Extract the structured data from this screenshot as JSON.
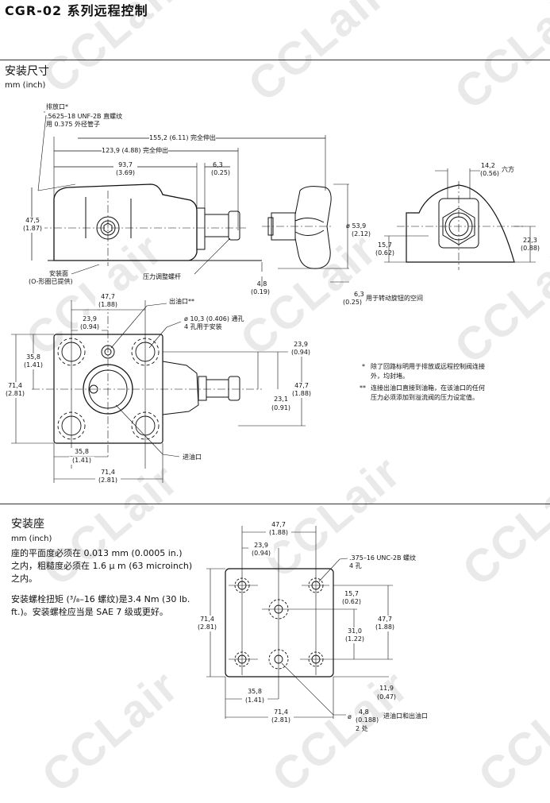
{
  "watermark": "CCLair",
  "title": "CGR-02  系列远程控制",
  "section1": {
    "heading": "安装尺寸",
    "unit": "mm (inch)",
    "side_view": {
      "drain_port": [
        "排放口*",
        ".5625–18 UNF-2B 直螺纹",
        "用 0.375 外径管子"
      ],
      "dim_155": "155,2 (6.11) 完全伸出",
      "dim_123": "123,9 (4.88) 完全伸出",
      "dim_93": [
        "93,7",
        "(3.69)"
      ],
      "dim_6_3": [
        "6,3",
        "(0.25)"
      ],
      "dim_47_5": [
        "47,5",
        "(1.87)"
      ],
      "mounting_face": [
        "安装面",
        "(O-形圈已提供)"
      ],
      "adjust_screw": "压力调整螺杆",
      "dim_4_8": [
        "4,8",
        "(0.19)"
      ],
      "dim_53_9": [
        "ø 53,9",
        "(2.12)"
      ],
      "dim_knob": [
        "6,3",
        "(0.25)"
      ],
      "knob_space": "用于转动旋钮的空间",
      "dim_14_2": [
        "14,2",
        "(0.56)"
      ],
      "hex": "六方",
      "dim_15_7": [
        "15,7",
        "(0.62)"
      ],
      "dim_22_3": [
        "22,3",
        "(0.88)"
      ]
    },
    "plan_view": {
      "dim_47_7_top": [
        "47,7",
        "(1.88)"
      ],
      "outlet": "出油口**",
      "dim_23_9_top": [
        "23,9",
        "(0.94)"
      ],
      "mount_holes": [
        "ø 10,3 (0.406) 通孔",
        "4 孔用于安装"
      ],
      "dim_35_8_left": [
        "35,8",
        "(1.41)"
      ],
      "dim_71_4_left": [
        "71,4",
        "(2.81)"
      ],
      "dim_23_9_right": [
        "23,9",
        "(0.94)"
      ],
      "dim_47_7_right": [
        "47,7",
        "(1.88)"
      ],
      "dim_23_1": [
        "23,1",
        "(0.91)"
      ],
      "dim_35_8_bottom": [
        "35,8",
        "(1.41)"
      ],
      "inlet": "进油口",
      "dim_71_4_bottom": [
        "71,4",
        "(2.81)"
      ]
    },
    "notes": [
      {
        "mark": "*",
        "lines": [
          "除了回路标明用于排放或远程控制阀连接",
          "外，均封堵。"
        ]
      },
      {
        "mark": "**",
        "lines": [
          "连接出油口直接到油箱，在该油口的任何",
          "压力必须添加到溢流阀的压力设定值。"
        ]
      }
    ]
  },
  "section2": {
    "heading": "安装座",
    "unit": "mm (inch)",
    "para1": [
      "座的平面度必须在 0.013 mm (0.0005 in.)",
      "之内，粗糙度必须在 1.6 µ m (63 microinch)",
      "之内。"
    ],
    "para2": [
      "安装螺栓扭矩 (³/₈–16 螺纹)是3.4 Nm (30 lb.",
      "ft.)。安装螺栓应当是 SAE 7 级或更好。"
    ],
    "drawing": {
      "dim_47_7_top": [
        "47,7",
        "(1.88)"
      ],
      "dim_23_9": [
        "23,9",
        "(0.94)"
      ],
      "thread": [
        ".375–16 UNC-2B 螺纹",
        "4 孔"
      ],
      "dim_15_7": [
        "15,7",
        "(0.62)"
      ],
      "dim_47_7_right": [
        "47,7",
        "(1.88)"
      ],
      "dim_71_4_left": [
        "71,4",
        "(2.81)"
      ],
      "dim_31_0": [
        "31,0",
        "(1.22)"
      ],
      "dim_11_9": [
        "11,9",
        "(0.47)"
      ],
      "dim_35_8": [
        "35,8",
        "(1.41)"
      ],
      "dim_71_4_bottom": [
        "71,4",
        "(2.81)"
      ],
      "port_dia": [
        "ø",
        "4,8",
        "(0.188)",
        "2 处"
      ],
      "ports": "进油口和出油口"
    }
  }
}
